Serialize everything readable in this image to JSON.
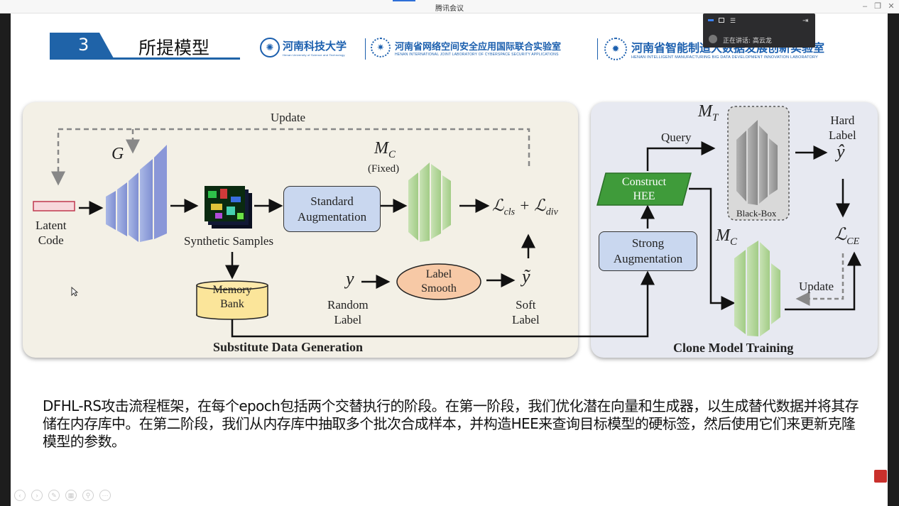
{
  "window": {
    "title": "腾讯会议"
  },
  "slide": {
    "number": "3",
    "heading": "所提模型",
    "logos": [
      {
        "cn": "河南科技大学",
        "en": "Henan University of Science and Technology"
      },
      {
        "cn": "河南省网络空间安全应用国际联合实验室",
        "en": "HENAN INTERNATIONAL JOINT LABORATORY OF CYBERSPACE SECURITY APPLICATIONS"
      },
      {
        "cn": "河南省智能制造大数据发展创新实验室",
        "en": "HENAN INTELLIGENT MANUFACTURING BIG DATA DEVELOPMENT INNOVATION LABORATORY"
      }
    ],
    "diagram": {
      "left_panel": {
        "title": "Substitute Data Generation",
        "update": "Update",
        "generator": "G",
        "latent_code": [
          "Latent",
          "Code"
        ],
        "synthetic_samples": "Synthetic Samples",
        "standard_aug": [
          "Standard",
          "Augmentation"
        ],
        "mc": "M",
        "mc_sub": "C",
        "fixed": "(Fixed)",
        "loss": "ℒcls + ℒdiv",
        "loss_a": "ℒ",
        "loss_a_sub": "cls",
        "loss_b": "ℒ",
        "loss_b_sub": "div",
        "memory_bank": [
          "Memory",
          "Bank"
        ],
        "y": "y",
        "random_label": [
          "Random",
          "Label"
        ],
        "label_smooth": [
          "Label",
          "Smooth"
        ],
        "y_tilde": "ỹ",
        "soft_label": [
          "Soft",
          "Label"
        ]
      },
      "right_panel": {
        "title": "Clone Model Training",
        "query": "Query",
        "mt": "M",
        "mt_sub": "T",
        "black_box": "Black-Box",
        "hard_label": [
          "Hard",
          "Label"
        ],
        "y_hat": "ŷ",
        "construct_hee": [
          "Construct",
          "HEE"
        ],
        "strong_aug": [
          "Strong",
          "Augmentation"
        ],
        "mc": "M",
        "mc_sub": "C",
        "loss_ce": "ℒ",
        "loss_ce_sub": "CE",
        "update": "Update"
      }
    },
    "caption": "DFHL-RS攻击流程框架，在每个epoch包括两个交替执行的阶段。在第一阶段，我们优化潜在向量和生成器，以生成替代数据并将其存储在内存库中。在第二阶段，我们从内存库中抽取多个批次合成样本，并构造HEE来查询目标模型的硬标签，然后使用它们来更新克隆模型的参数。"
  },
  "meeting": {
    "speaking_label": "正在讲话:",
    "speaker": "高云龙"
  },
  "colors": {
    "accent_blue": "#1f63a8",
    "left_panel_bg": "#f3f0e6",
    "right_panel_bg": "#e7e9f1",
    "aug_box": "#c9d7ef",
    "memory_bank": "#fbe59a",
    "label_smooth": "#f7c9a6",
    "hee_green": "#3f9b3a"
  }
}
